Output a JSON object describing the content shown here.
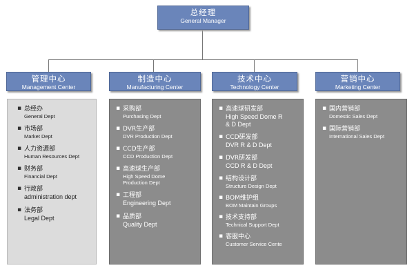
{
  "general_manager": {
    "cn": "总经理",
    "en": "General Manager"
  },
  "departments": [
    {
      "cn": "管理中心",
      "en": "Management Center",
      "items": [
        {
          "cn": "总经办",
          "en": "General Dept"
        },
        {
          "cn": "市场部",
          "en": "Market Dept"
        },
        {
          "cn": "人力资源部",
          "en": "Human Resources Dept"
        },
        {
          "cn": "财务部",
          "en": "Financial Dept"
        },
        {
          "cn": "行政部",
          "en": "administration dept"
        },
        {
          "cn": "法务部",
          "en": "Legal Dept"
        }
      ]
    },
    {
      "cn": "制造中心",
      "en": "Manufacturing Center",
      "items": [
        {
          "cn": "采购部",
          "en": "Purchasing Dept"
        },
        {
          "cn": "DVR生产部",
          "en": "DVR Production Dept"
        },
        {
          "cn": "CCD生产部",
          "en": "CCD Production Dept"
        },
        {
          "cn": "高速球生产部",
          "en": "High Speed Dome Production Dept"
        },
        {
          "cn": "工程部",
          "en": "Engineering Dept"
        },
        {
          "cn": "品质部",
          "en": "Quality Dept"
        }
      ]
    },
    {
      "cn": "技术中心",
      "en": "Technology Center",
      "items": [
        {
          "cn": "高速球研发部",
          "en": "High Speed Dome R & D Dept"
        },
        {
          "cn": "CCD研发部",
          "en": "DVR R & D Dept"
        },
        {
          "cn": "DVR研发部",
          "en": "CCD R & D Dept"
        },
        {
          "cn": "结构设计部",
          "en": "Structure Design Dept"
        },
        {
          "cn": "BOM维护组",
          "en": "BOM Maintain Groups"
        },
        {
          "cn": "技术支持部",
          "en": "Technical Support Dept"
        },
        {
          "cn": "客服中心",
          "en": "Customer Service Cente"
        }
      ]
    },
    {
      "cn": "营销中心",
      "en": "Marketing Center",
      "items": [
        {
          "cn": "国内营销部",
          "en": "Domestic Sales Dept"
        },
        {
          "cn": "国际营销部",
          "en": "International Sales Dept"
        }
      ]
    }
  ]
}
